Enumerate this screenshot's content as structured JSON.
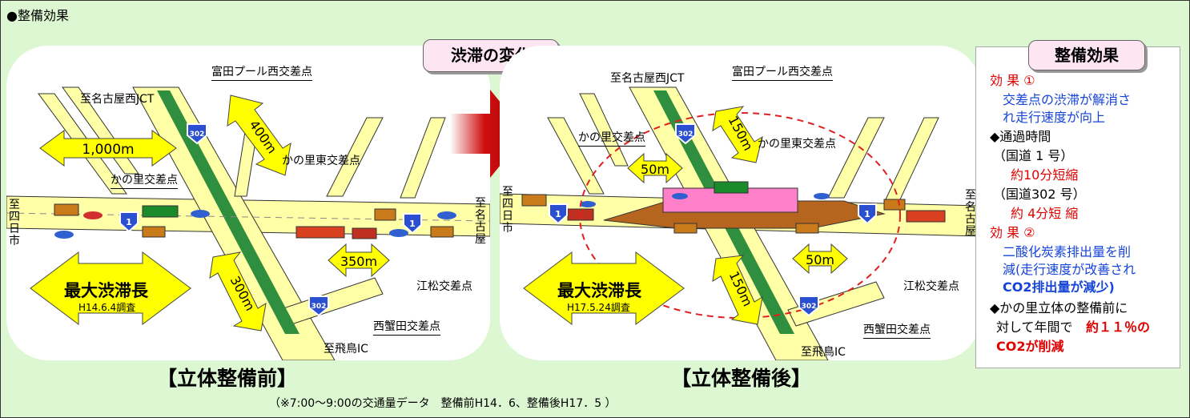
{
  "header": {
    "title": "●整備効果"
  },
  "change_label": "渋滞の変化",
  "before": {
    "jct": "至名古屋西JCT",
    "tomita": "富田プール西交差点",
    "kanosato": "かの里交差点",
    "kanosato_east": "かの里東交差点",
    "egmatsu": "江松交差点",
    "nishikanita": "西蟹田交差点",
    "asuka": "至飛鳥IC",
    "yokkaichi": "至四日市",
    "nagoya": "至名古屋",
    "d1000": "1,000m",
    "d400": "400m",
    "d350": "350m",
    "d300": "300m",
    "max_title": "最大渋滞長",
    "max_date": "H14.6.4調査",
    "caption": "【立体整備前】"
  },
  "after": {
    "jct": "至名古屋西JCT",
    "tomita": "富田プール西交差点",
    "kanosato": "かの里交差点",
    "kanosato_east": "かの里東交差点",
    "egmatsu": "江松交差点",
    "nishikanita": "西蟹田交差点",
    "asuka": "至飛鳥IC",
    "yokkaichi": "至四日市",
    "nagoya": "至名古屋",
    "d150a": "150m",
    "d50a": "50m",
    "d50b": "50m",
    "d150b": "150m",
    "max_title": "最大渋滞長",
    "max_date": "H17.5.24調査",
    "caption": "【立体整備後】"
  },
  "note": "（※7:00～9:00の交通量データ　整備前H14．6、整備後H17．5 ）",
  "route_shields": {
    "r1": "1",
    "r302": "302"
  },
  "side": {
    "title": "整備効果",
    "e1_head": "効 果 ①",
    "e1_l1": "交差点の渋滞が解消さ",
    "e1_l2": "れ走行速度が向上",
    "t_head": "◆通過時間",
    "r1_label": "（国道 1 号）",
    "r1_val": "約10分短縮",
    "r302_label": "（国道302 号）",
    "r302_val": "約 4分短 縮",
    "e2_head": "効 果 ②",
    "e2_l1": "二酸化炭素排出量を削",
    "e2_l2": "減(走行速度が改善され",
    "e2_l3": "CO2排出量が減少)",
    "k_l1": "◆かの里立体の整備前に",
    "k_l2a": "対して年間で",
    "k_l2b": "約１１％の",
    "k_l3": "CO2が削減"
  },
  "colors": {
    "road": "#ffffa8",
    "median": "#2f8f3f",
    "arrow": "#ffff00",
    "accent": "#e00000",
    "link": "#1644d8",
    "panel_bg": "#ddf7d2"
  }
}
